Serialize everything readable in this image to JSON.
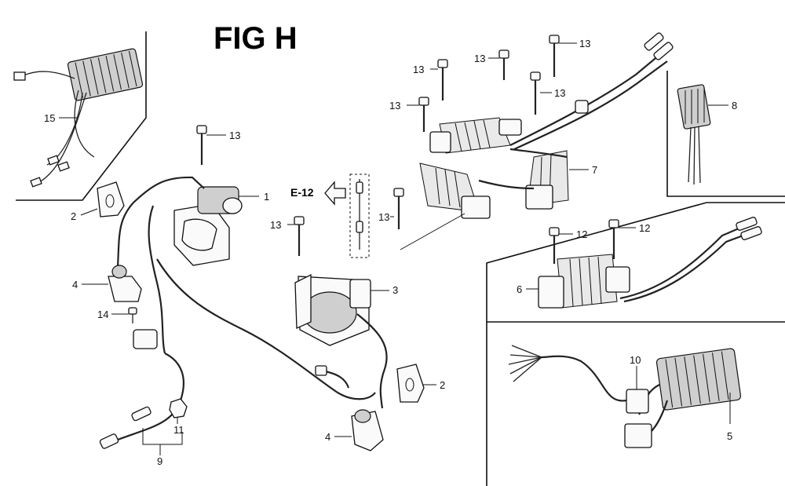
{
  "figure": {
    "title": "FIG H",
    "ref_arrow_label": "E-12"
  },
  "callouts": [
    {
      "id": "c1",
      "text": "1"
    },
    {
      "id": "c2a",
      "text": "2"
    },
    {
      "id": "c2b",
      "text": "2"
    },
    {
      "id": "c3",
      "text": "3"
    },
    {
      "id": "c4a",
      "text": "4"
    },
    {
      "id": "c4b",
      "text": "4"
    },
    {
      "id": "c5",
      "text": "5"
    },
    {
      "id": "c6",
      "text": "6"
    },
    {
      "id": "c7",
      "text": "7"
    },
    {
      "id": "c8",
      "text": "8"
    },
    {
      "id": "c9",
      "text": "9"
    },
    {
      "id": "c10",
      "text": "10"
    },
    {
      "id": "c11",
      "text": "11"
    },
    {
      "id": "c12a",
      "text": "12"
    },
    {
      "id": "c12b",
      "text": "12"
    },
    {
      "id": "c13a",
      "text": "13"
    },
    {
      "id": "c13b",
      "text": "13"
    },
    {
      "id": "c13c",
      "text": "13"
    },
    {
      "id": "c13d",
      "text": "13"
    },
    {
      "id": "c13e",
      "text": "13"
    },
    {
      "id": "c13f",
      "text": "13"
    },
    {
      "id": "c13g",
      "text": "13"
    },
    {
      "id": "c13h",
      "text": "13"
    },
    {
      "id": "c14",
      "text": "14"
    },
    {
      "id": "c15",
      "text": "15"
    }
  ]
}
